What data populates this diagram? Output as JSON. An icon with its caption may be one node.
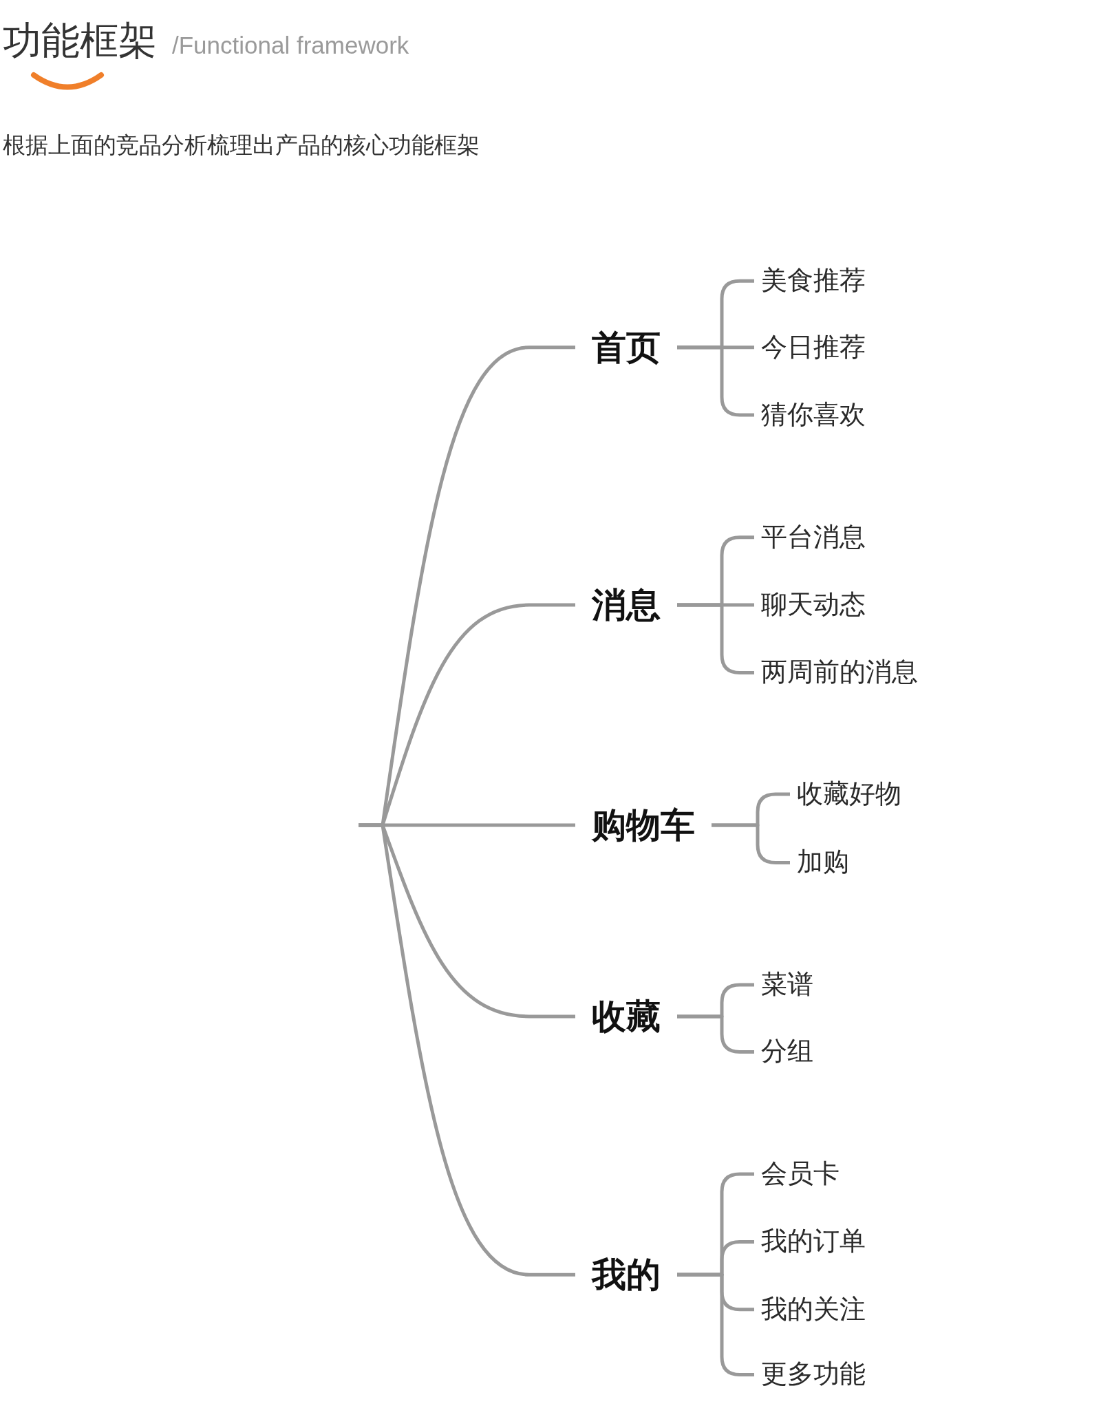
{
  "diagram": {
    "title": "功能框架",
    "nodes": [
      {
        "text": [
          "首页"
        ]
      },
      {
        "text": [
          "美食推荐"
        ]
      },
      {
        "text": [
          "今日推荐"
        ]
      },
      {
        "text": [
          "猜你喜欢"
        ]
      },
      {
        "text": [
          "消息"
        ]
      },
      {
        "text": [
          "平台消息"
        ]
      },
      {
        "text": [
          "聊天动态"
        ]
      },
      {
        "text": [
          "两周前的消息"
        ]
      },
      {
        "text": [
          "购物车"
        ]
      },
      {
        "text": [
          "收藏好物"
        ]
      },
      {
        "text": [
          "加购"
        ]
      },
      {
        "text": [
          "收藏"
        ]
      },
      {
        "text": [
          "菜谱"
        ]
      },
      {
        "text": [
          "分组"
        ]
      },
      {
        "text": [
          "我的"
        ]
      },
      {
        "text": [
          "会员卡"
        ]
      },
      {
        "text": [
          "我的订单"
        ]
      },
      {
        "text": [
          "我的关注"
        ]
      },
      {
        "text": [
          "更多功能"
        ]
      }
    ],
    "edges": [
      {
        "from": null,
        "to": 0,
        "arrow": "none"
      },
      {
        "from": null,
        "to": 4,
        "arrow": "none"
      },
      {
        "from": null,
        "to": 8,
        "arrow": "none"
      },
      {
        "from": null,
        "to": 11,
        "arrow": "none"
      },
      {
        "from": null,
        "to": 14,
        "arrow": "none"
      },
      {
        "from": 0,
        "to": 1,
        "arrow": "none"
      },
      {
        "from": 0,
        "to": 2,
        "arrow": "none"
      },
      {
        "from": 0,
        "to": 3,
        "arrow": "none"
      },
      {
        "from": 4,
        "to": 5,
        "arrow": "none"
      },
      {
        "from": 4,
        "to": 6,
        "arrow": "none"
      },
      {
        "from": 4,
        "to": 7,
        "arrow": "none"
      },
      {
        "from": 8,
        "to": 9,
        "arrow": "none"
      },
      {
        "from": 8,
        "to": 10,
        "arrow": "none"
      },
      {
        "from": 11,
        "to": 12,
        "arrow": "none"
      },
      {
        "from": 11,
        "to": 13,
        "arrow": "none"
      },
      {
        "from": 14,
        "to": 15,
        "arrow": "none"
      },
      {
        "from": 14,
        "to": 16,
        "arrow": "none"
      },
      {
        "from": 14,
        "to": 17,
        "arrow": "none"
      },
      {
        "from": 14,
        "to": 18,
        "arrow": "none"
      }
    ],
    "labels": [
      "/Functional framework",
      "根据上面的竞品分析梳理出产品的核心功能框架"
    ]
  }
}
